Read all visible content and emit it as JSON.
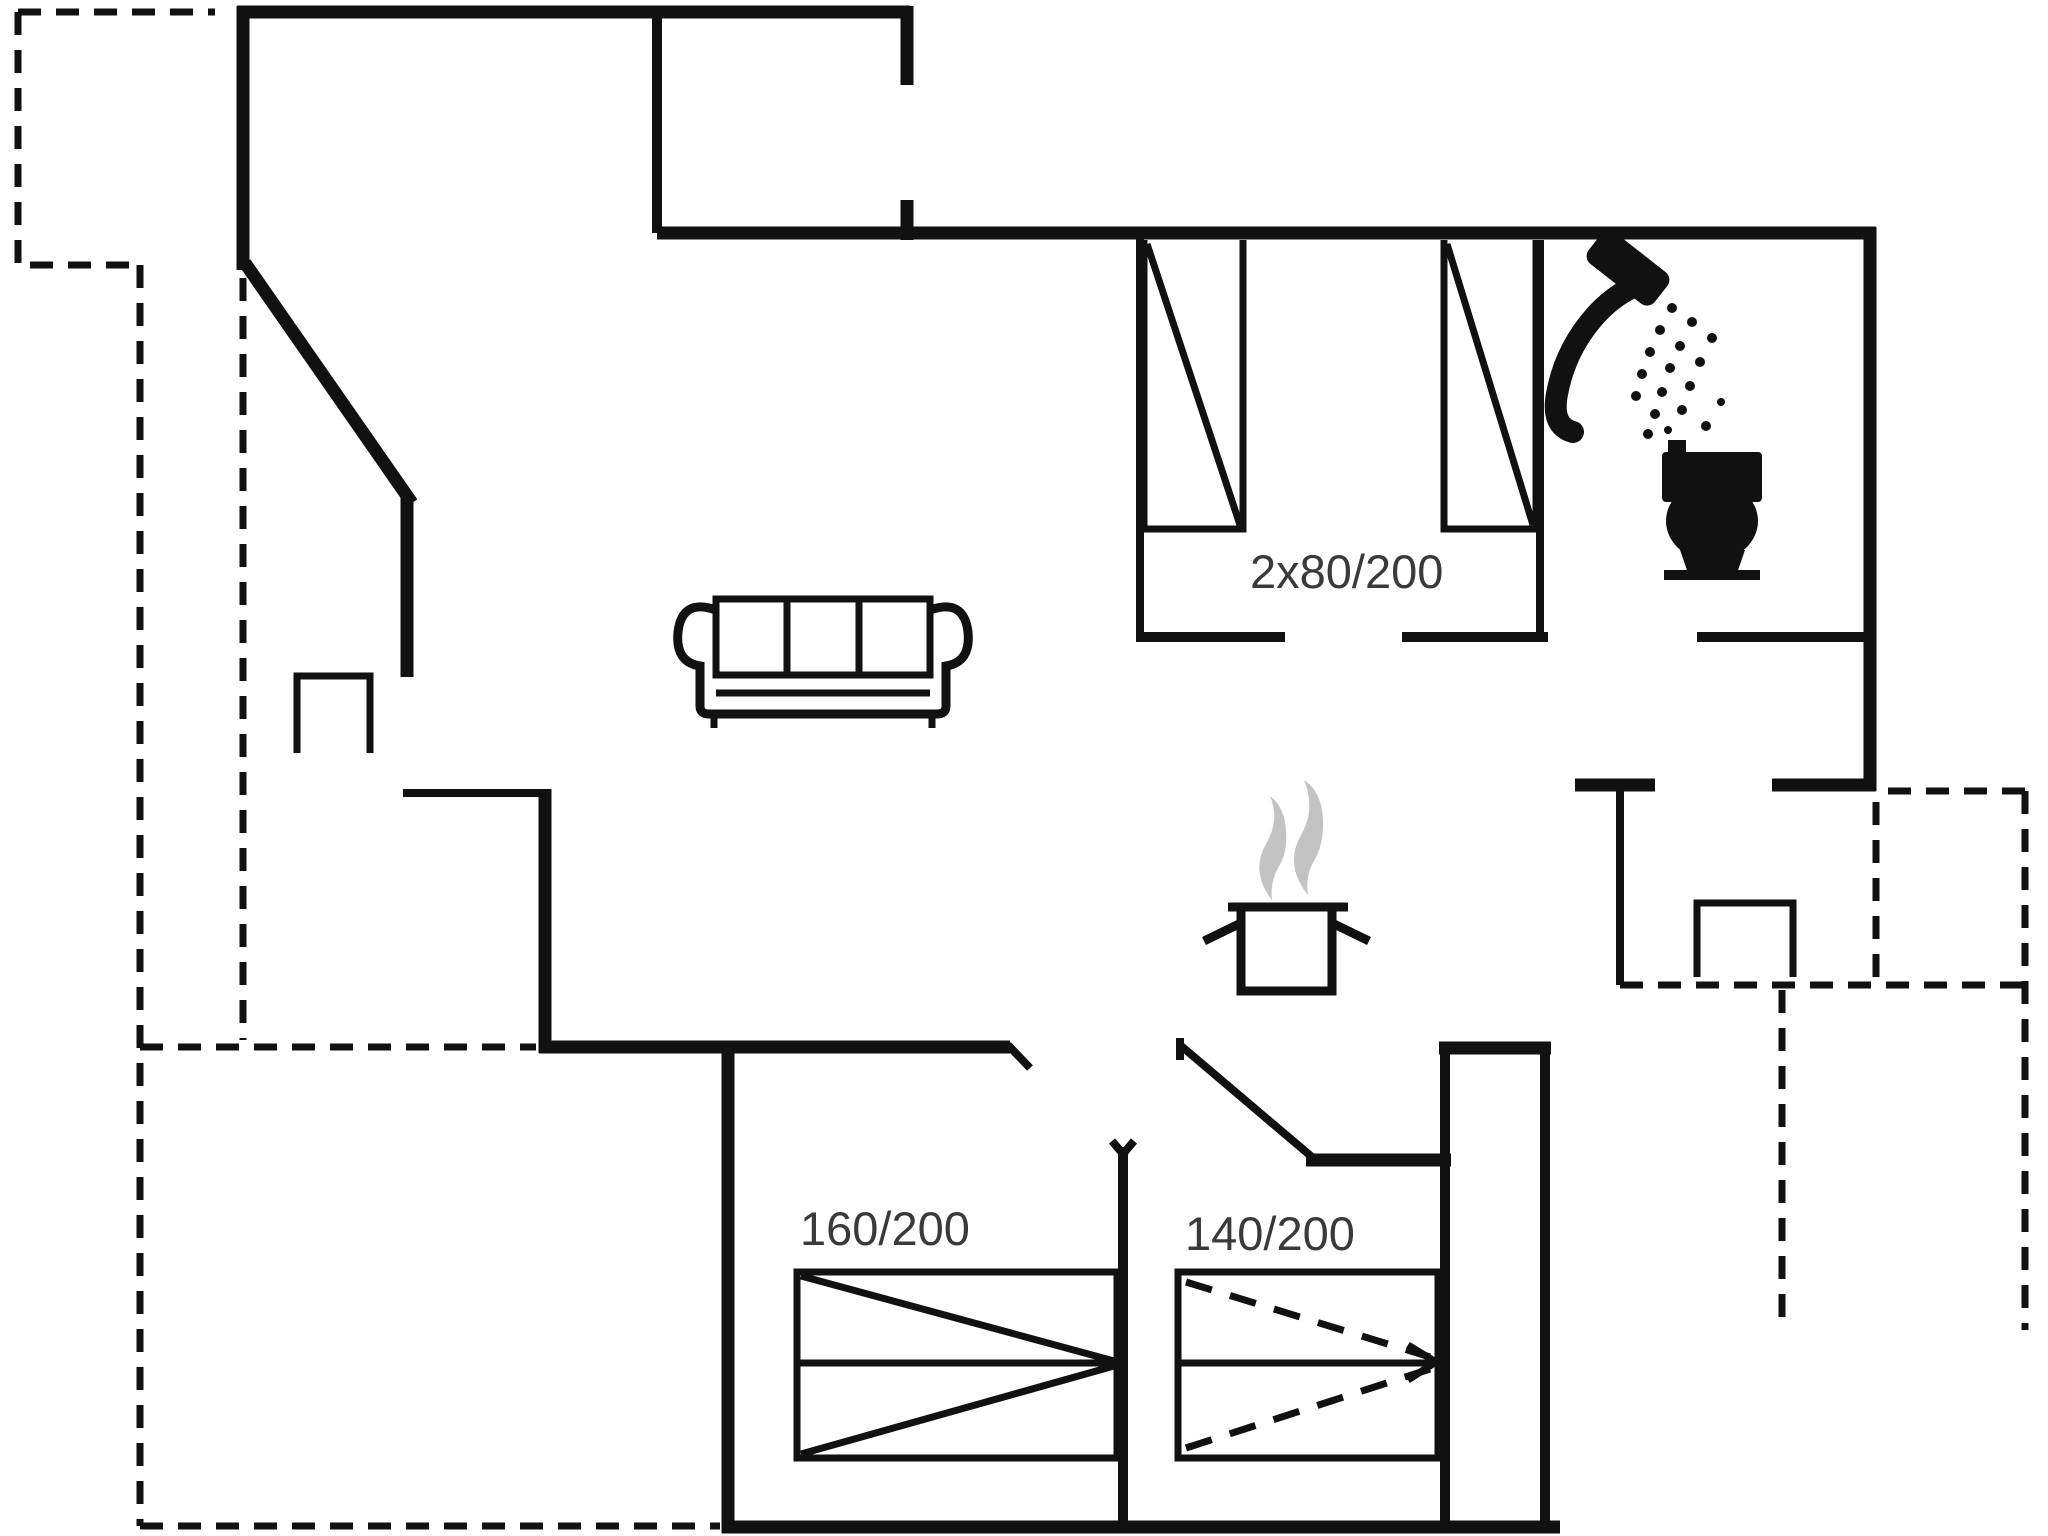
{
  "document": {
    "type": "floor-plan-drawing",
    "background_color": "#ffffff"
  },
  "colors": {
    "wall": "#111111",
    "text": "#3a3a3a",
    "steam": "#c3c3c3",
    "bg": "#ffffff"
  },
  "labels": {
    "bedroom_double_beds": "2x80/200",
    "bedroom_160_bed": "160/200",
    "bedroom_140_bed": "140/200"
  },
  "icons": {
    "sofa": "sofa-icon",
    "stove": "steaming-pot-icon",
    "shower": "shower-icon",
    "toilet": "toilet-icon",
    "outdoor_table_left": "outdoor-table-icon",
    "outdoor_table_right": "outdoor-table-icon"
  }
}
